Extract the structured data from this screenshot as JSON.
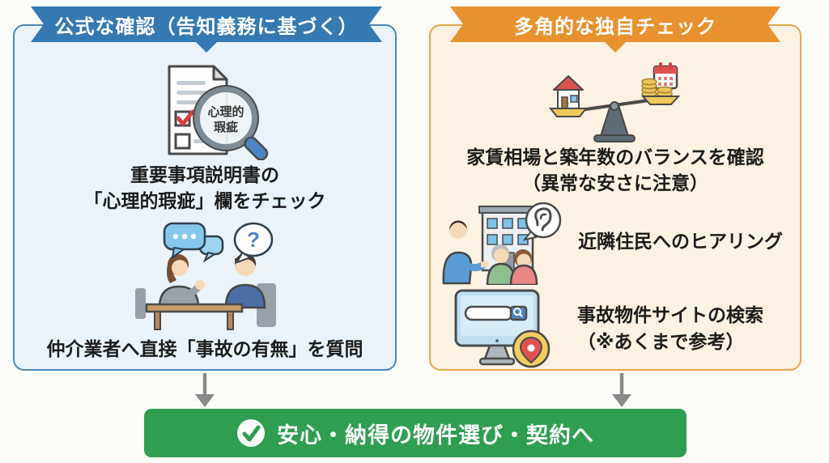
{
  "colors": {
    "left_accent": "#3579B2",
    "left_bg": "#EAF3FA",
    "left_border": "#4E87B8",
    "right_accent": "#E8912F",
    "right_bg": "#FBF2E3",
    "right_border": "#E3A74F",
    "footer_green": "#2F9E50",
    "arrow_gray": "#8A8A8A",
    "text": "#1C1C1C"
  },
  "left_panel": {
    "header": "公式な確認（告知義務に基づく）",
    "document_check": {
      "lens_line1": "心理的",
      "lens_line2": "瑕疵",
      "caption_line1": "重要事項説明書の",
      "caption_line2": "「心理的瑕疵」欄をチェック"
    },
    "interview": {
      "bubble_question": "?",
      "caption": "仲介業者へ直接「事故の有無」を質問"
    }
  },
  "right_panel": {
    "header": "多角的な独自チェック",
    "balance": {
      "caption_line1": "家賃相場と築年数のバランスを確認",
      "caption_line2": "（異常な安さに注意）"
    },
    "neighbors": {
      "caption": "近隣住民へのヒアリング"
    },
    "site_search": {
      "caption_line1": "事故物件サイトの検索",
      "caption_line2": "（※あくまで参考）"
    }
  },
  "footer": {
    "label": "安心・納得の物件選び・契約へ"
  }
}
